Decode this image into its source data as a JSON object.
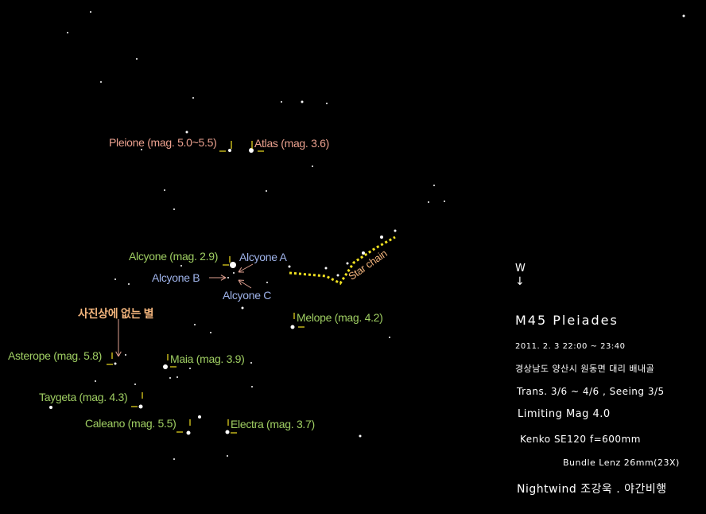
{
  "colors": {
    "background": "#000000",
    "star": "#ffffff",
    "label_green": "#9fce62",
    "label_pink": "#eaa08e",
    "label_blue": "#9fb3ea",
    "label_orange": "#f2b47c",
    "star_chain_line": "#f0e020",
    "tick": "#f0e020"
  },
  "labels": {
    "pleione": "Pleione (mag. 5.0~5.5)",
    "atlas": "Atlas (mag. 3.6)",
    "alcyone": "Alcyone (mag. 2.9)",
    "alcyone_a": "Alcyone A",
    "alcyone_b": "Alcyone B",
    "alcyone_c": "Alcyone C",
    "star_chain": "Star chain",
    "melope": "Melope (mag. 4.2)",
    "not_in_photo": "사진상에 없는 별",
    "asterope": "Asterope (mag. 5.8)",
    "maia": "Maia (mag. 3.9)",
    "taygeta": "Taygeta (mag. 4.3)",
    "caleano": "Caleano (mag. 5.5)",
    "electra": "Electra (mag. 3.7)"
  },
  "notes": {
    "direction": "W",
    "title": "M45  Pleiades",
    "date": "2011. 2. 3   22:00 ~ 23:40",
    "location": "경상남도 양산시 원동면 대리 배내골",
    "conditions": "Trans. 3/6 ~ 4/6 , Seeing 3/5",
    "limiting": "Limiting  Mag  4.0",
    "scope": "Kenko  SE120   f=600mm",
    "eyepiece": "Bundle Lenz 26mm(23X)",
    "author": "Nightwind 조강욱 . 야간비행"
  }
}
